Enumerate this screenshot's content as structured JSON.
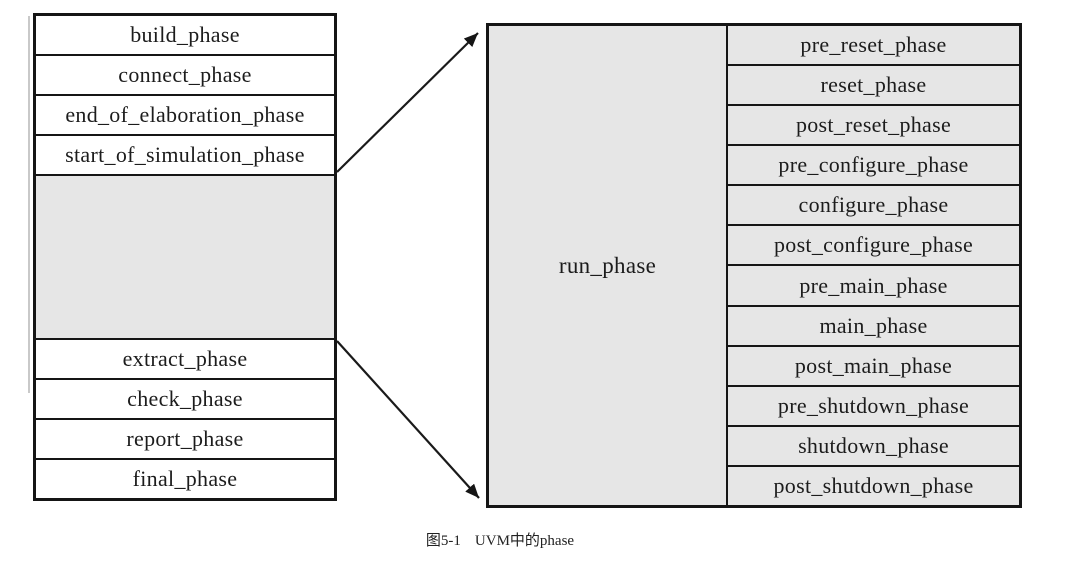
{
  "diagram": {
    "left_table": {
      "top_phases": [
        "build_phase",
        "connect_phase",
        "end_of_elaboration_phase",
        "start_of_simulation_phase"
      ],
      "bottom_phases": [
        "extract_phase",
        "check_phase",
        "report_phase",
        "final_phase"
      ]
    },
    "right_table": {
      "main_cell": "run_phase",
      "sub_phases": [
        "pre_reset_phase",
        "reset_phase",
        "post_reset_phase",
        "pre_configure_phase",
        "configure_phase",
        "post_configure_phase",
        "pre_main_phase",
        "main_phase",
        "post_main_phase",
        "pre_shutdown_phase",
        "shutdown_phase",
        "post_shutdown_phase"
      ]
    },
    "icons": {
      "arrow_top": "arrow-up-right",
      "arrow_bottom": "arrow-down-right"
    },
    "caption": {
      "label": "图5-1",
      "text": "UVM中的phase"
    },
    "colors": {
      "cell_fill_gray": "#e6e6e6",
      "cell_fill_white": "#ffffff",
      "border": "#151515",
      "text": "#1c1c1c"
    }
  }
}
